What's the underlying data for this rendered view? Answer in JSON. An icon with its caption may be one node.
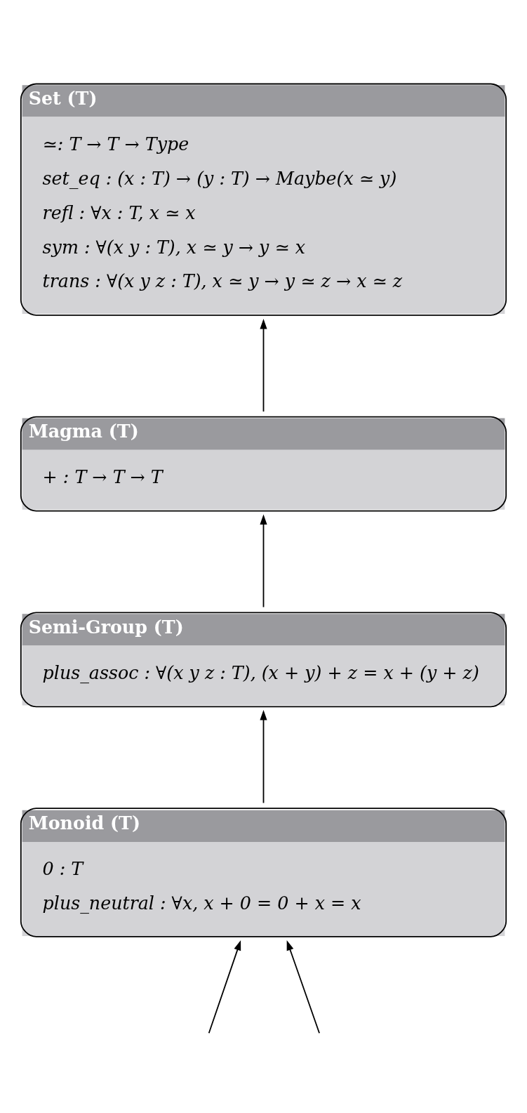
{
  "diagram": {
    "nodes": [
      {
        "text": [
          "Set (T)",
          "≃: T → T → Type",
          "set_eq : (x : T) → (y : T) → Maybe(x ≃ y)",
          "refl : ∀x : T, x ≃ x",
          "sym : ∀(x y : T), x ≃ y → y ≃ x",
          "trans : ∀(x y z : T), x ≃ y → y ≃ z → x ≃ z"
        ]
      },
      {
        "text": [
          "Magma (T)",
          "+ : T → T → T"
        ]
      },
      {
        "text": [
          "Semi-Group (T)",
          "plus_assoc : ∀(x y z : T), (x + y) + z = x + (y + z)"
        ]
      },
      {
        "text": [
          "Monoid (T)",
          "0 : T",
          "plus_neutral : ∀x, x + 0 = 0 + x = x"
        ]
      }
    ],
    "edges": [
      {
        "from": 1,
        "to": 0,
        "arrow": "to"
      },
      {
        "from": 2,
        "to": 1,
        "arrow": "to"
      },
      {
        "from": 3,
        "to": 2,
        "arrow": "to"
      },
      {
        "from": null,
        "to": 3,
        "arrow": "to"
      },
      {
        "from": null,
        "to": 3,
        "arrow": "to"
      }
    ]
  }
}
